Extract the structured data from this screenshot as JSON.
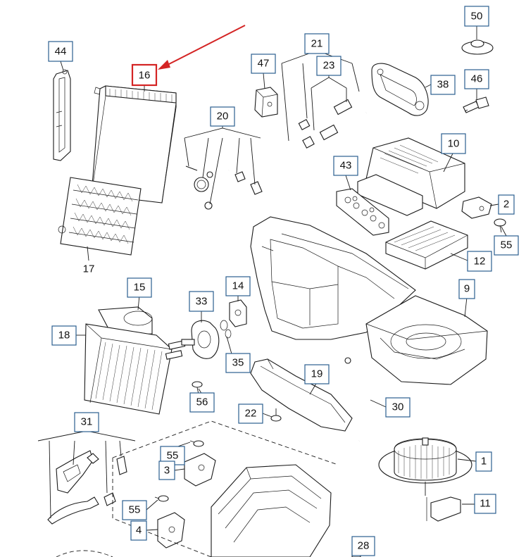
{
  "diagram": {
    "highlight_color": "#d42424",
    "label_border_color": "#2b5f8f",
    "highlighted_label": "16",
    "labels": [
      {
        "id": "50",
        "text": "50"
      },
      {
        "id": "44",
        "text": "44"
      },
      {
        "id": "16",
        "text": "16"
      },
      {
        "id": "21",
        "text": "21"
      },
      {
        "id": "47",
        "text": "47"
      },
      {
        "id": "23",
        "text": "23"
      },
      {
        "id": "38",
        "text": "38"
      },
      {
        "id": "46",
        "text": "46"
      },
      {
        "id": "20",
        "text": "20"
      },
      {
        "id": "10",
        "text": "10"
      },
      {
        "id": "43",
        "text": "43"
      },
      {
        "id": "2",
        "text": "2"
      },
      {
        "id": "55a",
        "text": "55"
      },
      {
        "id": "17",
        "text": "17"
      },
      {
        "id": "12",
        "text": "12"
      },
      {
        "id": "15",
        "text": "15"
      },
      {
        "id": "14",
        "text": "14"
      },
      {
        "id": "33",
        "text": "33"
      },
      {
        "id": "9",
        "text": "9"
      },
      {
        "id": "18",
        "text": "18"
      },
      {
        "id": "35",
        "text": "35"
      },
      {
        "id": "19",
        "text": "19"
      },
      {
        "id": "56",
        "text": "56"
      },
      {
        "id": "22",
        "text": "22"
      },
      {
        "id": "30",
        "text": "30"
      },
      {
        "id": "31",
        "text": "31"
      },
      {
        "id": "55b",
        "text": "55"
      },
      {
        "id": "3",
        "text": "3"
      },
      {
        "id": "1",
        "text": "1"
      },
      {
        "id": "55c",
        "text": "55"
      },
      {
        "id": "11",
        "text": "11"
      },
      {
        "id": "4",
        "text": "4"
      },
      {
        "id": "28",
        "text": "28"
      }
    ]
  }
}
